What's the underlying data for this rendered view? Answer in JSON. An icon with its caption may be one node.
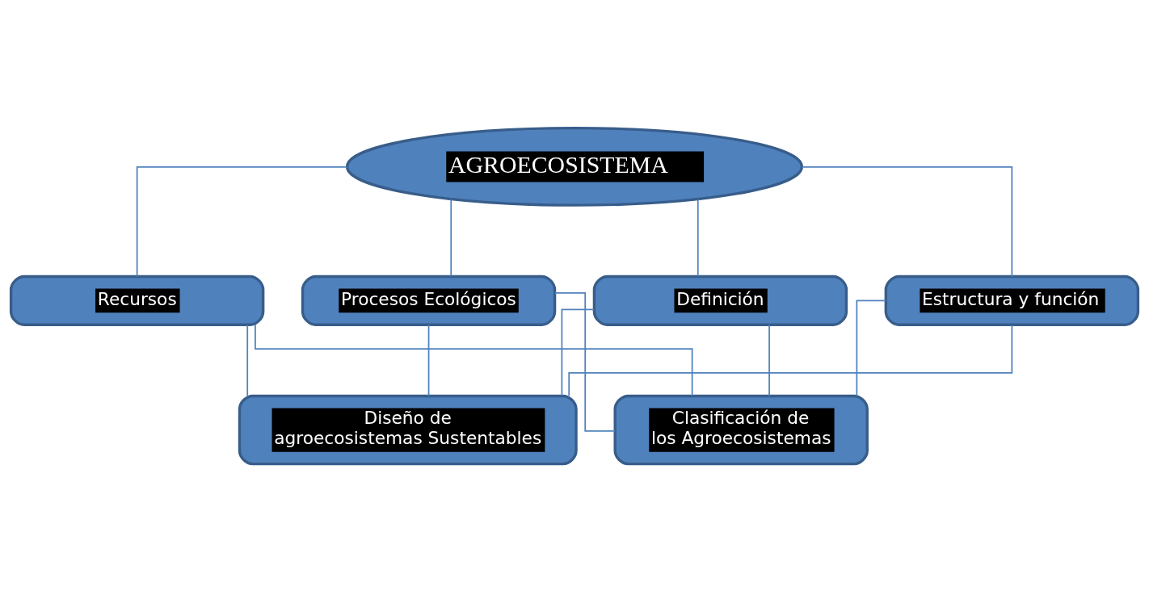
{
  "diagram": {
    "nodes": [
      {
        "text": [
          "AGROECOSISTEMA"
        ]
      },
      {
        "text": [
          "Definición"
        ]
      },
      {
        "text": [
          "Estructura y función"
        ]
      },
      {
        "text": [
          "Recursos"
        ]
      },
      {
        "text": [
          "Procesos Ecológicos"
        ]
      },
      {
        "text": [
          "Diseño de agroecosistemas Sustentables"
        ]
      },
      {
        "text": [
          "Clasificación de los Agroecosistemas"
        ]
      }
    ],
    "edges": [
      {
        "from": 0,
        "to": 1,
        "arrow": "none"
      },
      {
        "from": 0,
        "to": 2,
        "arrow": "none"
      },
      {
        "from": 0,
        "to": 3,
        "arrow": "none"
      },
      {
        "from": 0,
        "to": 4,
        "arrow": "none"
      },
      {
        "from": 1,
        "to": 5,
        "arrow": "none"
      },
      {
        "from": 2,
        "to": 5,
        "arrow": "none"
      },
      {
        "from": 3,
        "to": 5,
        "arrow": "none"
      },
      {
        "from": 4,
        "to": 5,
        "arrow": "none"
      },
      {
        "from": 1,
        "to": 6,
        "arrow": "none"
      },
      {
        "from": 2,
        "to": 6,
        "arrow": "none"
      },
      {
        "from": 3,
        "to": 6,
        "arrow": "none"
      },
      {
        "from": 4,
        "to": 6,
        "arrow": "none"
      }
    ]
  }
}
